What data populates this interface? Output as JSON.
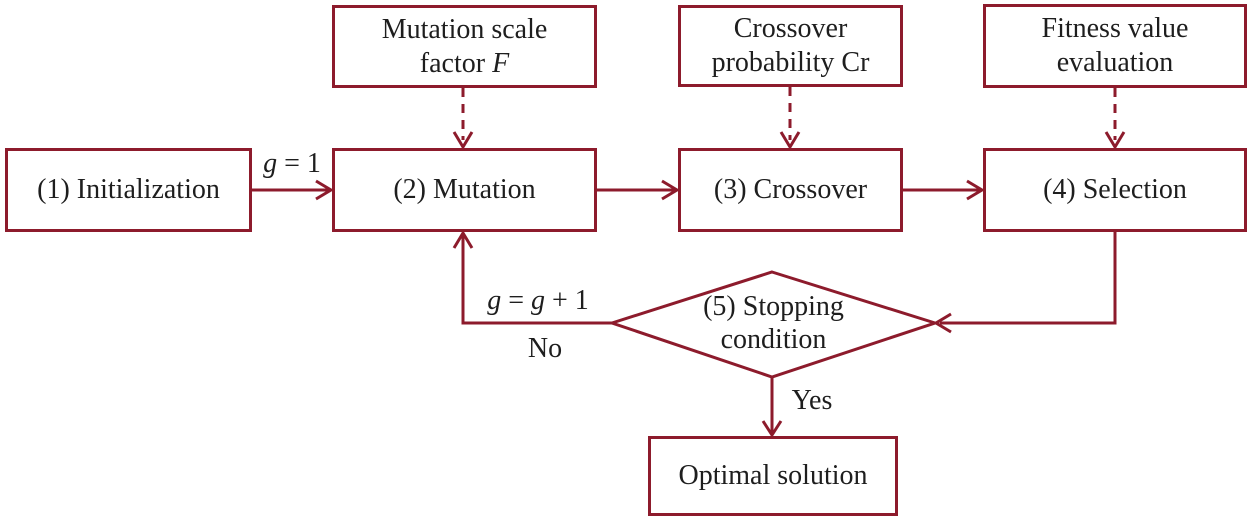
{
  "colors": {
    "line": "#8D1B2C",
    "text": "#1e1e1e",
    "background": "#ffffff"
  },
  "nodes": {
    "param_f": {
      "line1": "Mutation scale",
      "line2_prefix": "factor ",
      "line2_italic": "F"
    },
    "param_cr": {
      "line1": "Crossover",
      "line2": "probability Cr"
    },
    "param_fitness": {
      "line1": "Fitness value",
      "line2": "evaluation"
    },
    "initialization": {
      "label": "(1) Initialization"
    },
    "mutation": {
      "label": "(2) Mutation"
    },
    "crossover": {
      "label": "(3) Crossover"
    },
    "selection": {
      "label": "(4) Selection"
    },
    "stopping": {
      "line1": "(5) Stopping",
      "line2": "condition"
    },
    "optimal": {
      "label": "Optimal solution"
    }
  },
  "edge_labels": {
    "g_init": {
      "italic": "g",
      "rest": " = 1"
    },
    "g_increment": {
      "italic1": "g",
      "mid": " = ",
      "italic2": "g",
      "rest": " + 1"
    },
    "no": "No",
    "yes": "Yes"
  }
}
